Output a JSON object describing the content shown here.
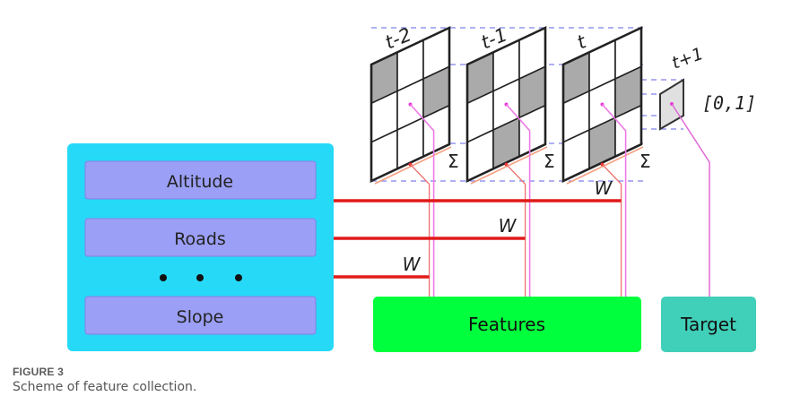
{
  "figure": {
    "label": "FIGURE 3",
    "caption": "Scheme of feature collection."
  },
  "inputs_panel": {
    "color": "#26d9f7",
    "item_color": "#9b9ff5",
    "items": [
      {
        "label": "Altitude"
      },
      {
        "label": "Roads"
      },
      {
        "label": "Slope"
      }
    ],
    "ellipsis": "• • •"
  },
  "frames": [
    {
      "label": "t-2",
      "shaded": [
        [
          0,
          0
        ],
        [
          1,
          2
        ]
      ],
      "sum_symbol": "Σ",
      "weight_label": "W"
    },
    {
      "label": "t-1",
      "shaded": [
        [
          0,
          0
        ],
        [
          1,
          2
        ],
        [
          2,
          1
        ]
      ],
      "sum_symbol": "Σ",
      "weight_label": "W"
    },
    {
      "label": "t",
      "shaded": [
        [
          0,
          0
        ],
        [
          1,
          2
        ],
        [
          2,
          1
        ]
      ],
      "sum_symbol": "Σ",
      "weight_label": "W"
    }
  ],
  "target_frame": {
    "label": "t+1",
    "range_label": "[0,1]"
  },
  "outputs": {
    "features": {
      "label": "Features",
      "color": "#00ff3c"
    },
    "target": {
      "label": "Target",
      "color": "#40cfb8"
    }
  },
  "colors": {
    "weight_line": "#e01a1a",
    "link_line": "#f07ae6",
    "cell_shade": "#aaaaaa",
    "target_cell": "#e0e0e0",
    "guide": "#8080ee"
  }
}
